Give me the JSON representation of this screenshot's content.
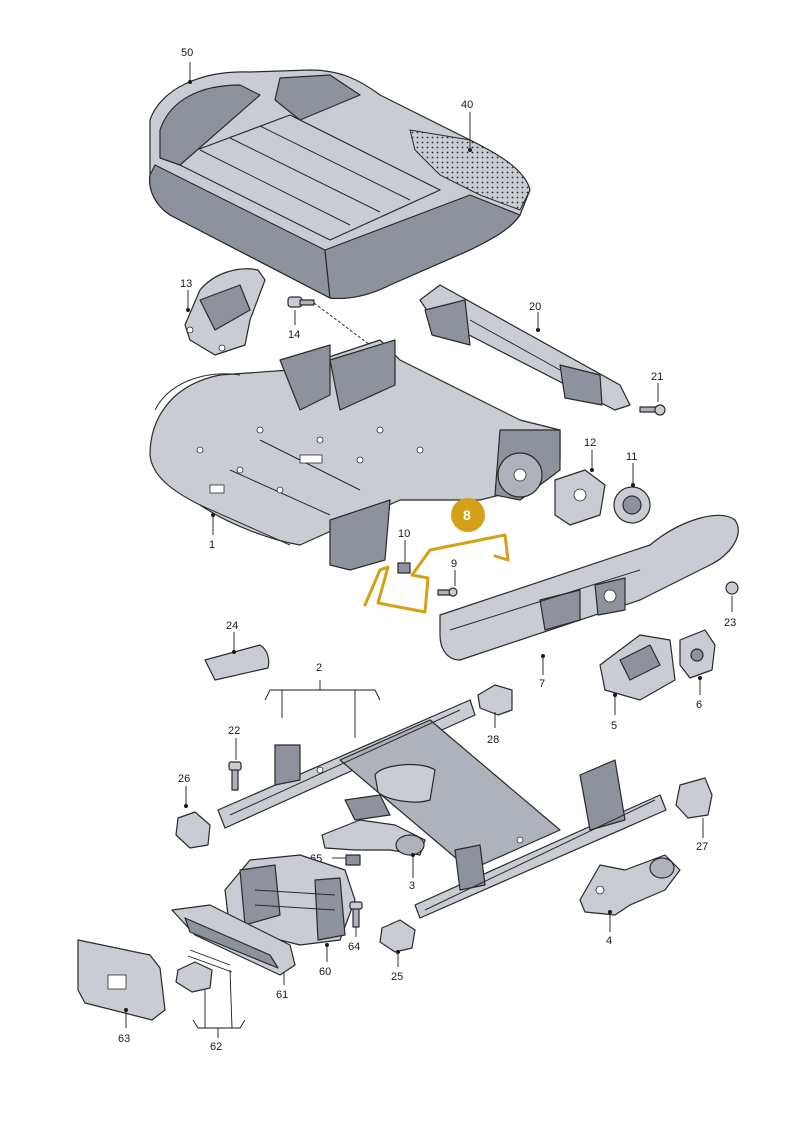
{
  "callouts": {
    "p50": "50",
    "p40": "40",
    "p13": "13",
    "p14": "14",
    "p20": "20",
    "p21": "21",
    "p12": "12",
    "p11": "11",
    "p1": "1",
    "p10": "10",
    "p9": "9",
    "p23": "23",
    "p7": "7",
    "p24": "24",
    "p2": "2",
    "p5": "5",
    "p6": "6",
    "p28": "28",
    "p22": "22",
    "p26": "26",
    "p27": "27",
    "p3": "3",
    "p65": "65",
    "p4": "4",
    "p64": "64",
    "p25": "25",
    "p60": "60",
    "p61": "61",
    "p63": "63",
    "p62": "62"
  },
  "highlight": {
    "label": "8",
    "color": "#d4a017"
  },
  "colors": {
    "part_fill": "#c9ccd3",
    "part_dark": "#8d929c",
    "line": "#2a2a2a"
  }
}
